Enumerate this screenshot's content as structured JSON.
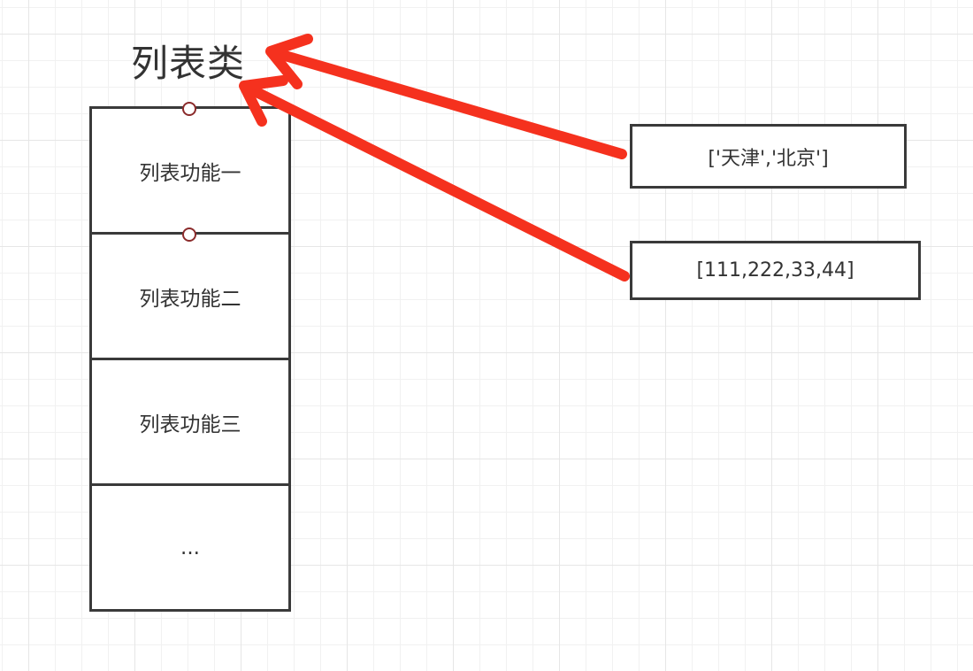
{
  "diagram": {
    "title": "列表类",
    "list_items": [
      {
        "label": "列表功能一"
      },
      {
        "label": "列表功能二"
      },
      {
        "label": "列表功能三"
      },
      {
        "label": "..."
      }
    ],
    "value_boxes": [
      {
        "label": "['天津','北京']"
      },
      {
        "label": "[111,222,33,44]"
      }
    ],
    "arrow_color": "#f5311e",
    "border_color": "#3a3a3a",
    "anchor_color": "#8b2b2b"
  }
}
